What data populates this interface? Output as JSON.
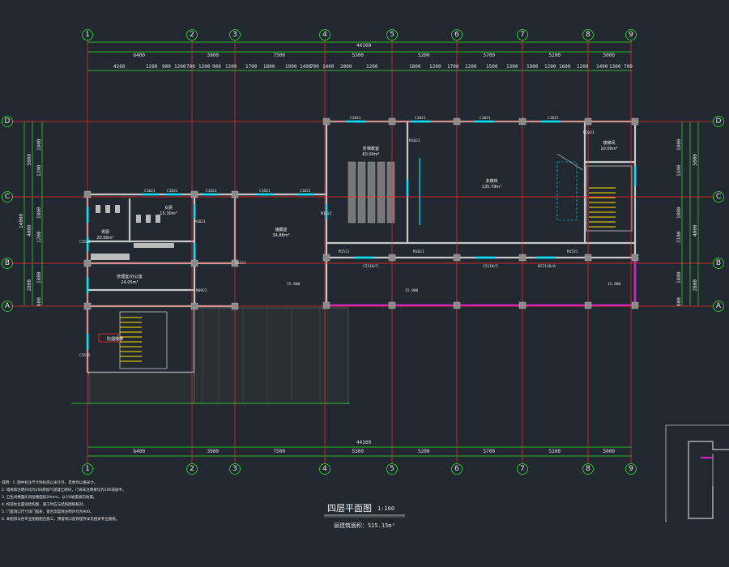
{
  "drawing": {
    "title": "四层平面图",
    "scale": "1:100",
    "area_note": "层建筑面积：515.15m²",
    "colors": {
      "background": "#212830",
      "axis": "#ff2a2a",
      "wall": "#c8c8c8",
      "window": "#00e5ff",
      "dimension": "#2ee62e",
      "column": "#8a8a8a",
      "stair": "#ffe600",
      "rail": "#d020d0",
      "text": "#e6e6e6"
    }
  },
  "axes_vertical": [
    {
      "label": "1"
    },
    {
      "label": "2"
    },
    {
      "label": "3"
    },
    {
      "label": "4"
    },
    {
      "label": "5"
    },
    {
      "label": "6"
    },
    {
      "label": "7"
    },
    {
      "label": "8"
    },
    {
      "label": "9"
    }
  ],
  "axes_horizontal": [
    {
      "label": "D"
    },
    {
      "label": "C"
    },
    {
      "label": "B"
    },
    {
      "label": "A"
    }
  ],
  "dims_top_total": "44100",
  "dims_top_bays": [
    "6400",
    "3900",
    "7500",
    "5300",
    "5200",
    "5700",
    "5200",
    "5000"
  ],
  "dims_top_openings": [
    "4200",
    "1200",
    "900",
    "1200",
    "700",
    "1200",
    "900",
    "1200",
    "1700",
    "1800",
    "1900",
    "1400",
    "700",
    "1400",
    "2000",
    "1200",
    "1800",
    "1200",
    "1700",
    "1200",
    "1500",
    "1300",
    "1900",
    "1200",
    "1600",
    "1200",
    "1400",
    "1300",
    "700"
  ],
  "dims_bottom_total": "44100",
  "dims_bottom_bays": [
    "6400",
    "3900",
    "7500",
    "5300",
    "5200",
    "5700",
    "5200",
    "5000"
  ],
  "dims_left_total": "14000",
  "dims_left_bays": [
    "5000",
    "4000",
    "2800"
  ],
  "dims_left_openings": [
    "1800",
    "1200",
    "1800",
    "1200",
    "1800",
    "600"
  ],
  "dims_right_bays": [
    "5000",
    "4000",
    "2800"
  ],
  "dims_right_openings": [
    "1800",
    "1500",
    "1800",
    "2100",
    "1800",
    "600"
  ],
  "rooms": [
    {
      "name": "女厕",
      "area": "15.30m²"
    },
    {
      "name": "男厕",
      "area": "20.00m²"
    },
    {
      "name": "管理室/办公室",
      "area": "24.05m²"
    },
    {
      "name": "储藏室",
      "area": "34.88m²"
    },
    {
      "name": "阶梯教室",
      "area": "60.00m²"
    },
    {
      "name": "多媒体",
      "area": "135.79m²"
    },
    {
      "name": "楼梯间",
      "area": "10.00m²"
    },
    {
      "name": "防烟楼梯",
      "area": ""
    }
  ],
  "door_tags": [
    "M1521",
    "M1021",
    "M1021",
    "M1521",
    "M1521",
    "M1021",
    "M0921",
    "M1521",
    "M1021"
  ],
  "window_tags": [
    "C1821",
    "C1821",
    "C1821",
    "C1821",
    "C1821",
    "C1821",
    "C1821",
    "C1821",
    "C1821",
    "C1515",
    "C1515"
  ],
  "corridor_tags": [
    "C2118/5",
    "C2118/5",
    "BC2118/6"
  ],
  "level_tags": [
    "15.800",
    "15.800",
    "15.800"
  ],
  "notes": [
    "说明：1. 图中标注尺寸除标高以米计外，其余均以毫米计。",
    "2. 墙体除注明外均为200厚加气混凝土砌块，门垛未注明者均为100或居中。",
    "3. 卫生间楼面比同层楼面低20mm，以1%坡度坡向地漏。",
    "4. 构造柱位置详结构图，施工时应与结构图纸核对。",
    "5. 门窗洞口尺寸详门窗表，窗台高度除注明外均为900。",
    "6. 本图须与各专业图纸配合施工，预留洞口及预埋件详见相关专业图纸。"
  ]
}
